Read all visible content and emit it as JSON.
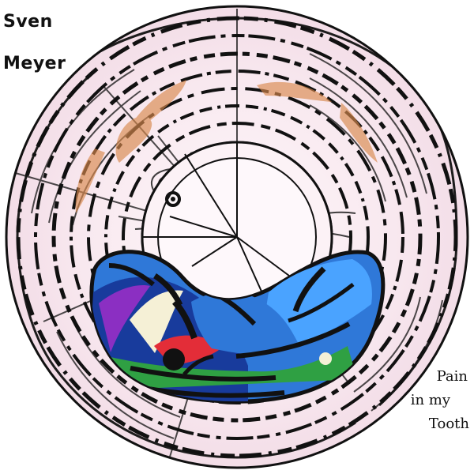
{
  "cover": {
    "artist_first": "Sven",
    "artist_last": "Meyer",
    "title_lines": [
      "Pain",
      "in my",
      "Tooth"
    ]
  },
  "colors": {
    "ring_fill": "#f8e6ee",
    "ring_line": "#111111",
    "center_fill": "#fbeef3",
    "blue": "#2f78d8",
    "dark_blue": "#183b9c",
    "green": "#2fa043",
    "purple": "#8b2fc2",
    "red": "#e32d38",
    "cream": "#f5f0d6",
    "orange": "#d8894d"
  }
}
